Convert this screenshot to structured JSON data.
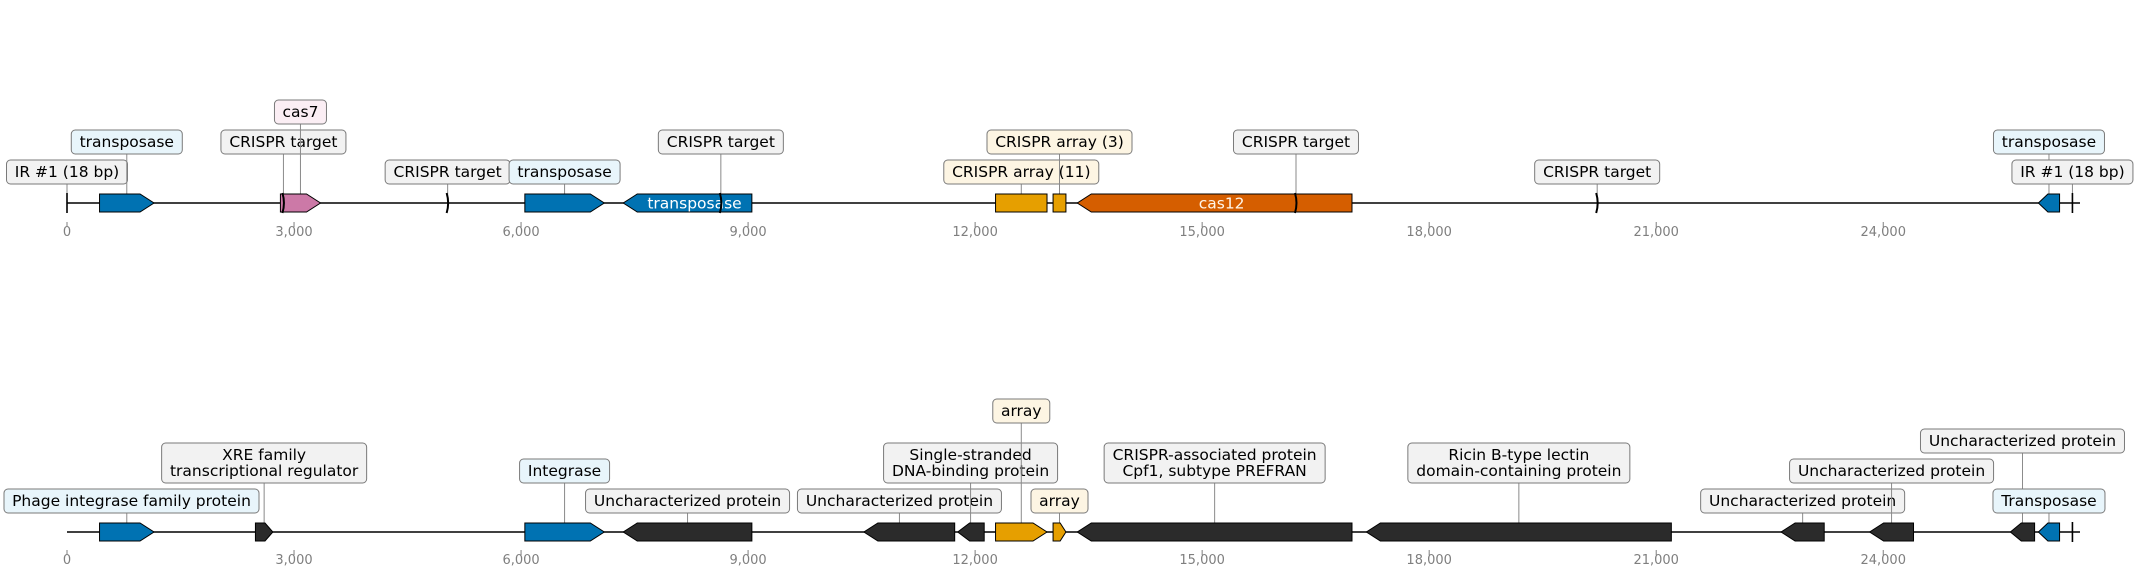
{
  "colors": {
    "blue": "#0072b2",
    "pink": "#cc79a7",
    "gold": "#e69f00",
    "orange": "#d55e00",
    "dark": "#2b2b2b",
    "box_blue": "#e8f5fb",
    "box_pink": "#fbeef4",
    "box_gold": "#fdf5e3",
    "box_grey": "#f2f2f2",
    "tick_grey": "#7f7f7f"
  },
  "x_axis": {
    "min": 0,
    "max": 26600,
    "ticks": [
      0,
      3000,
      6000,
      9000,
      12000,
      15000,
      18000,
      21000,
      24000
    ],
    "tick_labels": [
      "0",
      "3,000",
      "6,000",
      "9,000",
      "12,000",
      "15,000",
      "18,000",
      "21,000",
      "24,000"
    ]
  },
  "tracks": [
    {
      "id": "top",
      "features": [
        {
          "name": "ir-left",
          "kind": "tick",
          "pos": 0,
          "color": "dark"
        },
        {
          "name": "transposase-1",
          "kind": "arrow",
          "start": 430,
          "end": 1150,
          "strand": 1,
          "color": "blue"
        },
        {
          "name": "cas7",
          "kind": "arrow",
          "start": 2820,
          "end": 3350,
          "strand": 1,
          "color": "pink"
        },
        {
          "name": "crispr-target-1",
          "kind": "mark",
          "pos": 2860,
          "color": "dark"
        },
        {
          "name": "crispr-target-2",
          "kind": "mark",
          "pos": 5030,
          "color": "dark"
        },
        {
          "name": "transposase-2",
          "kind": "arrow",
          "start": 6050,
          "end": 7100,
          "strand": 1,
          "color": "blue"
        },
        {
          "name": "transposase-3",
          "kind": "arrow",
          "start": 7350,
          "end": 9050,
          "strand": -1,
          "color": "blue",
          "label_inside": "transposase",
          "label_color": "#ffffff"
        },
        {
          "name": "crispr-target-3",
          "kind": "mark",
          "pos": 8640,
          "color": "dark"
        },
        {
          "name": "crispr-array-11",
          "kind": "arrow",
          "start": 12270,
          "end": 12950,
          "strand": 0,
          "color": "gold"
        },
        {
          "name": "crispr-array-3",
          "kind": "arrow",
          "start": 13030,
          "end": 13200,
          "strand": 0,
          "color": "gold"
        },
        {
          "name": "cas12",
          "kind": "arrow",
          "start": 13350,
          "end": 16980,
          "strand": -1,
          "color": "orange",
          "label_inside": "cas12",
          "label_color": "#fff5e8"
        },
        {
          "name": "crispr-target-4",
          "kind": "mark",
          "pos": 16240,
          "color": "dark"
        },
        {
          "name": "crispr-target-5",
          "kind": "mark",
          "pos": 20220,
          "color": "dark"
        },
        {
          "name": "transposase-4",
          "kind": "arrow",
          "start": 26050,
          "end": 26330,
          "strand": -1,
          "color": "blue"
        },
        {
          "name": "ir-right",
          "kind": "tick",
          "pos": 26500,
          "color": "dark"
        }
      ],
      "labels": [
        {
          "text": "IR #1 (18 bp)",
          "anchor": 0,
          "level": 0,
          "box": "box_grey"
        },
        {
          "text": "transposase",
          "anchor": 790,
          "level": 1,
          "box": "box_blue"
        },
        {
          "text": "CRISPR target",
          "anchor": 2860,
          "level": 1,
          "box": "box_grey"
        },
        {
          "text": "cas7",
          "anchor": 3085,
          "level": 2,
          "box": "box_pink"
        },
        {
          "text": "CRISPR target",
          "anchor": 5030,
          "level": 0,
          "box": "box_grey"
        },
        {
          "text": "transposase",
          "anchor": 6575,
          "level": 0,
          "box": "box_blue"
        },
        {
          "text": "CRISPR target",
          "anchor": 8640,
          "level": 1,
          "box": "box_grey"
        },
        {
          "text": "CRISPR array (11)",
          "anchor": 12610,
          "level": 0,
          "box": "box_gold"
        },
        {
          "text": "CRISPR array (3)",
          "anchor": 13115,
          "level": 1,
          "box": "box_gold"
        },
        {
          "text": "CRISPR target",
          "anchor": 16240,
          "level": 1,
          "box": "box_grey"
        },
        {
          "text": "CRISPR target",
          "anchor": 20220,
          "level": 0,
          "box": "box_grey"
        },
        {
          "text": "transposase",
          "anchor": 26190,
          "level": 1,
          "box": "box_blue"
        },
        {
          "text": "IR #1 (18 bp)",
          "anchor": 26500,
          "level": 0,
          "box": "box_grey"
        }
      ]
    },
    {
      "id": "bottom",
      "features": [
        {
          "name": "phage-integrase",
          "kind": "arrow",
          "start": 430,
          "end": 1150,
          "strand": 1,
          "color": "blue"
        },
        {
          "name": "xre-regulator",
          "kind": "arrow",
          "start": 2490,
          "end": 2720,
          "strand": 1,
          "color": "dark"
        },
        {
          "name": "integrase",
          "kind": "arrow",
          "start": 6050,
          "end": 7100,
          "strand": 1,
          "color": "blue"
        },
        {
          "name": "uncharacterized-1",
          "kind": "arrow",
          "start": 7350,
          "end": 9050,
          "strand": -1,
          "color": "dark"
        },
        {
          "name": "uncharacterized-2",
          "kind": "arrow",
          "start": 10530,
          "end": 11730,
          "strand": -1,
          "color": "dark"
        },
        {
          "name": "dna-binding",
          "kind": "arrow",
          "start": 11770,
          "end": 12120,
          "strand": -1,
          "color": "dark"
        },
        {
          "name": "array-1",
          "kind": "arrow",
          "start": 12270,
          "end": 12950,
          "strand": 1,
          "color": "gold"
        },
        {
          "name": "array-2",
          "kind": "arrow",
          "start": 13030,
          "end": 13200,
          "strand": 1,
          "color": "gold"
        },
        {
          "name": "cpf1",
          "kind": "arrow",
          "start": 13350,
          "end": 16980,
          "strand": -1,
          "color": "dark"
        },
        {
          "name": "ricin-lectin",
          "kind": "arrow",
          "start": 17170,
          "end": 21200,
          "strand": -1,
          "color": "dark"
        },
        {
          "name": "uncharacterized-3",
          "kind": "arrow",
          "start": 22650,
          "end": 23220,
          "strand": -1,
          "color": "dark"
        },
        {
          "name": "uncharacterized-4",
          "kind": "arrow",
          "start": 23820,
          "end": 24400,
          "strand": -1,
          "color": "dark"
        },
        {
          "name": "uncharacterized-5",
          "kind": "arrow",
          "start": 25680,
          "end": 26000,
          "strand": -1,
          "color": "dark"
        },
        {
          "name": "transposase-b",
          "kind": "arrow",
          "start": 26050,
          "end": 26330,
          "strand": -1,
          "color": "blue"
        },
        {
          "name": "end-tick",
          "kind": "tick",
          "pos": 26500,
          "color": "dark"
        }
      ],
      "labels": [
        {
          "text": "Phage integrase family protein",
          "anchor": 790,
          "level": 0,
          "box": "box_blue"
        },
        {
          "text": "XRE family\ntranscriptional regulator",
          "anchor": 2605,
          "level": 1,
          "box": "box_grey"
        },
        {
          "text": "Integrase",
          "anchor": 6575,
          "level": 1,
          "box": "box_blue"
        },
        {
          "text": "Uncharacterized protein",
          "anchor": 8200,
          "level": 0,
          "box": "box_grey"
        },
        {
          "text": "Uncharacterized protein",
          "anchor": 11000,
          "level": 0,
          "box": "box_grey"
        },
        {
          "text": "Single-stranded\nDNA-binding protein",
          "anchor": 11940,
          "level": 1,
          "box": "box_grey"
        },
        {
          "text": "array",
          "anchor": 12610,
          "level": 3,
          "box": "box_gold"
        },
        {
          "text": "array",
          "anchor": 13115,
          "level": 0,
          "box": "box_gold"
        },
        {
          "text": "CRISPR-associated protein\nCpf1, subtype PREFRAN",
          "anchor": 15165,
          "level": 1,
          "box": "box_grey"
        },
        {
          "text": "Ricin B-type lectin\ndomain-containing protein",
          "anchor": 19185,
          "level": 1,
          "box": "box_grey"
        },
        {
          "text": "Uncharacterized protein",
          "anchor": 22935,
          "level": 0,
          "box": "box_grey"
        },
        {
          "text": "Uncharacterized protein",
          "anchor": 24110,
          "level": 1,
          "box": "box_grey"
        },
        {
          "text": "Uncharacterized protein",
          "anchor": 25840,
          "level": 2,
          "box": "box_grey"
        },
        {
          "text": "Transposase",
          "anchor": 26190,
          "level": 0,
          "box": "box_blue"
        }
      ]
    }
  ]
}
